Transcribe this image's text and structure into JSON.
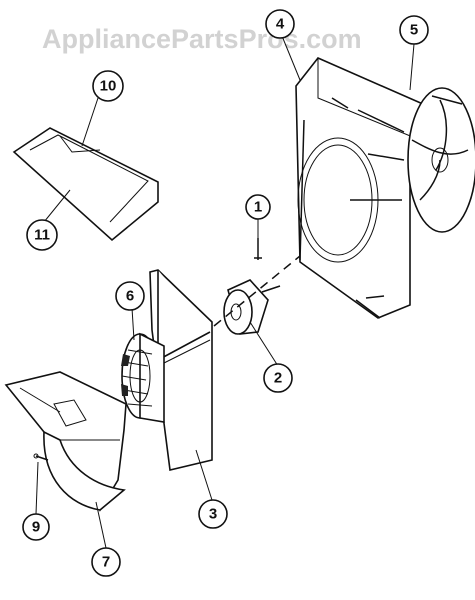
{
  "watermark": "AppliancePartsPros.com",
  "callouts": {
    "c1": "1",
    "c2": "2",
    "c3": "3",
    "c4": "4",
    "c5": "5",
    "c6": "6",
    "c7": "7",
    "c9": "9",
    "c10": "10",
    "c11": "11"
  }
}
